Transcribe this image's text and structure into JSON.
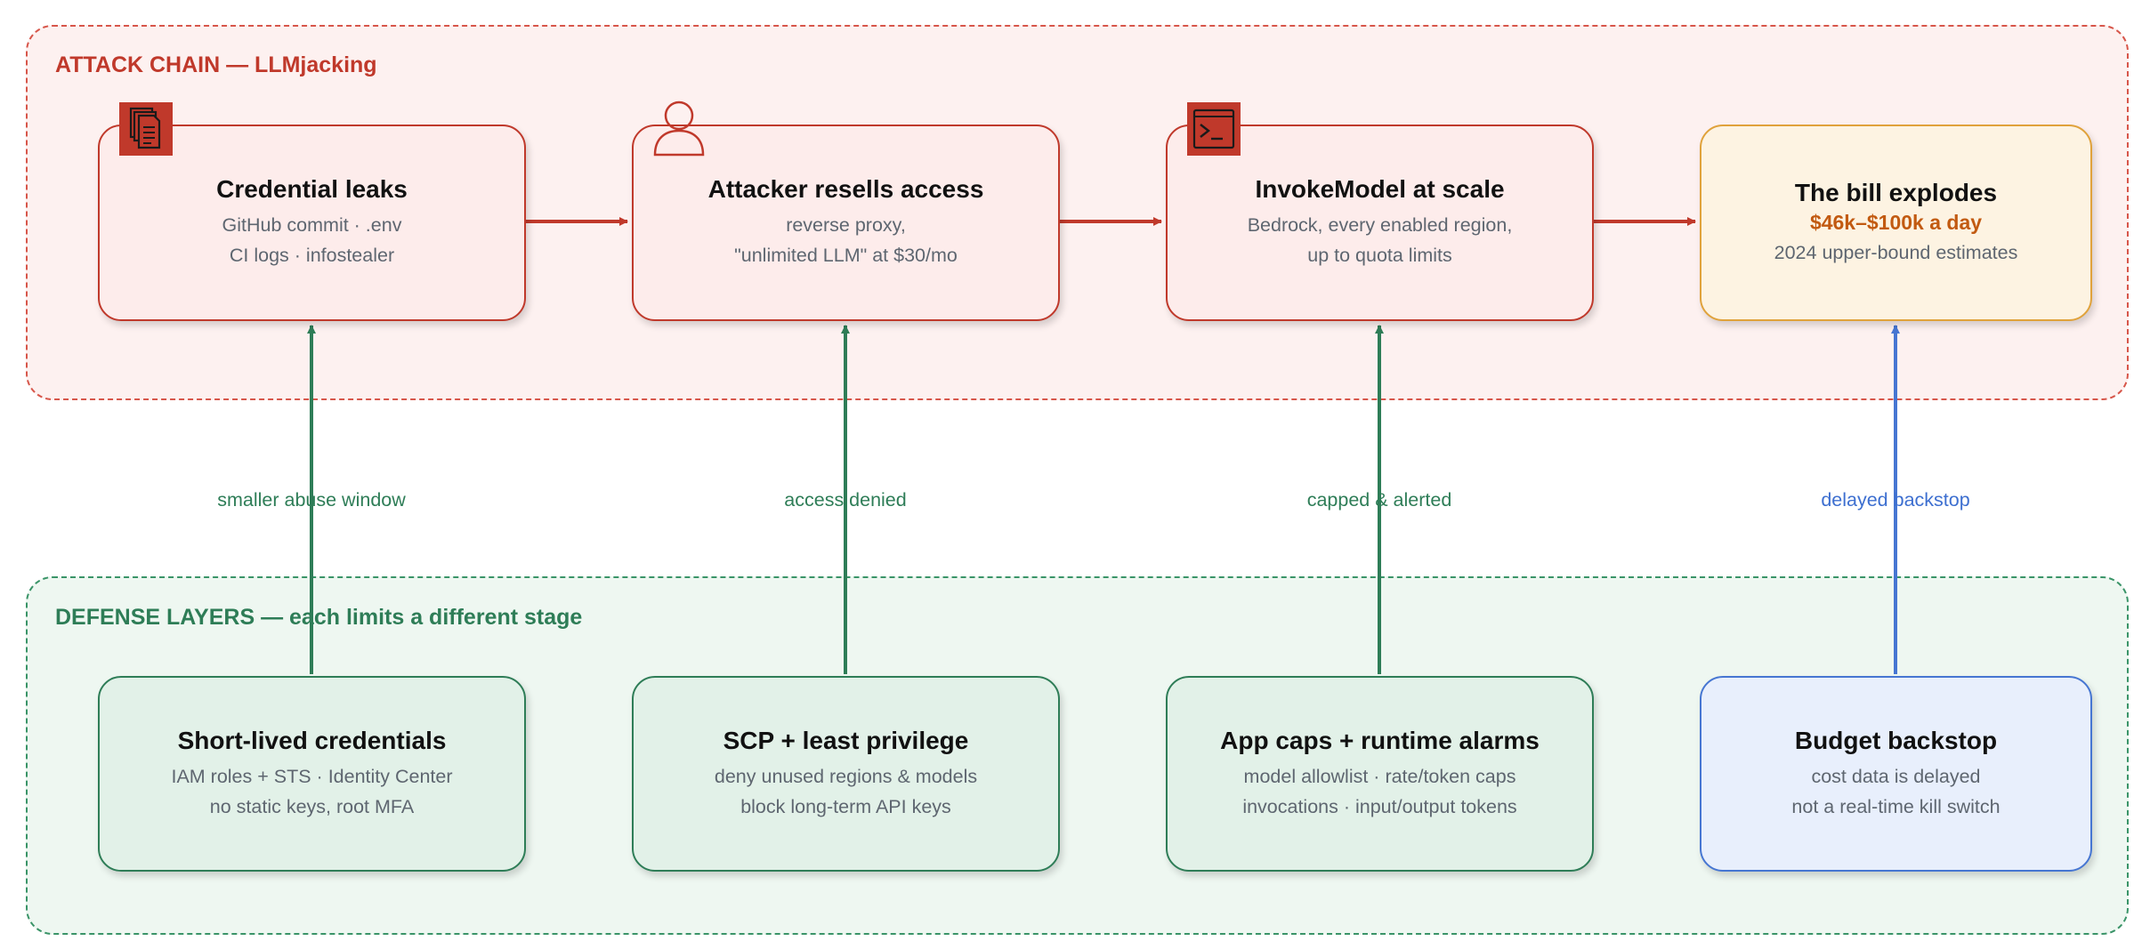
{
  "attack_chain": {
    "title": "ATTACK CHAIN — LLMjacking",
    "nodes": [
      {
        "title": "Credential leaks",
        "lines": [
          "GitHub commit · .env",
          "CI logs · infostealer"
        ],
        "icon": "stacked-documents-icon"
      },
      {
        "title": "Attacker resells access",
        "lines": [
          "reverse proxy,",
          "\"unlimited LLM\" at $30/mo"
        ],
        "icon": "user-icon"
      },
      {
        "title": "InvokeModel at scale",
        "lines": [
          "Bedrock, every enabled region,",
          "up to quota limits"
        ],
        "icon": "terminal-icon"
      },
      {
        "title": "The bill explodes",
        "highlight": "$46k–$100k a day",
        "lines": [
          "2024 upper-bound estimates"
        ]
      }
    ]
  },
  "defense_layers": {
    "title": "DEFENSE LAYERS — each limits a different stage",
    "nodes": [
      {
        "title": "Short-lived credentials",
        "lines": [
          "IAM roles + STS · Identity Center",
          "no static keys, root MFA"
        ]
      },
      {
        "title": "SCP + least privilege",
        "lines": [
          "deny unused regions & models",
          "block long-term API keys"
        ]
      },
      {
        "title": "App caps + runtime alarms",
        "lines": [
          "model allowlist · rate/token caps",
          "invocations · input/output tokens"
        ]
      },
      {
        "title": "Budget backstop",
        "lines": [
          "cost data is delayed",
          "not a real-time kill switch"
        ]
      }
    ]
  },
  "edge_labels": [
    "smaller abuse window",
    "access denied",
    "capped & alerted",
    "delayed backstop"
  ],
  "colors": {
    "attack": "#c0392b",
    "defense": "#2e7d57",
    "bill_border": "#e0a23b",
    "budget_border": "#4676d2",
    "highlight": "#c25a11"
  }
}
